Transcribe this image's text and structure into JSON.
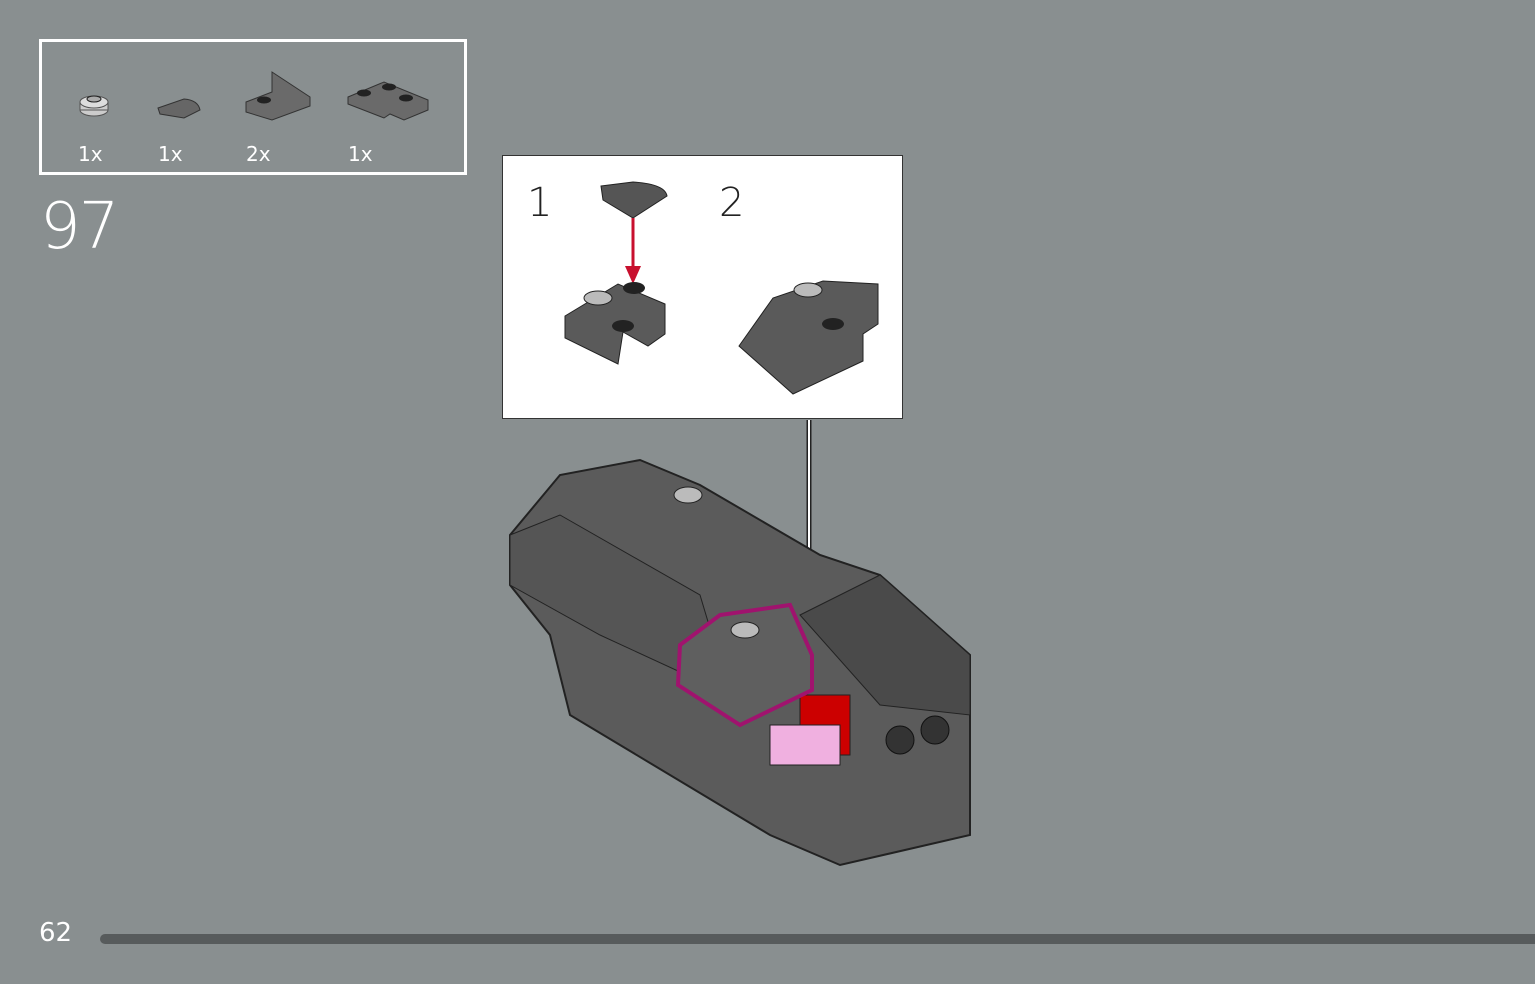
{
  "parts_list": [
    {
      "icon": "round-plate-1x1-light-gray",
      "qty": "1x"
    },
    {
      "icon": "quarter-round-tile-dark-gray",
      "qty": "1x"
    },
    {
      "icon": "wedge-bracket-plate-dark-gray",
      "qty": "2x"
    },
    {
      "icon": "corner-plate-2x2-dark-gray",
      "qty": "1x"
    }
  ],
  "step_number": "97",
  "callout": {
    "substeps": [
      "1",
      "2"
    ]
  },
  "colors": {
    "background": "#898f90",
    "highlight": "#a0136e",
    "arrow": "#c8102e",
    "progress": "#575b5c"
  },
  "page_number": "62"
}
